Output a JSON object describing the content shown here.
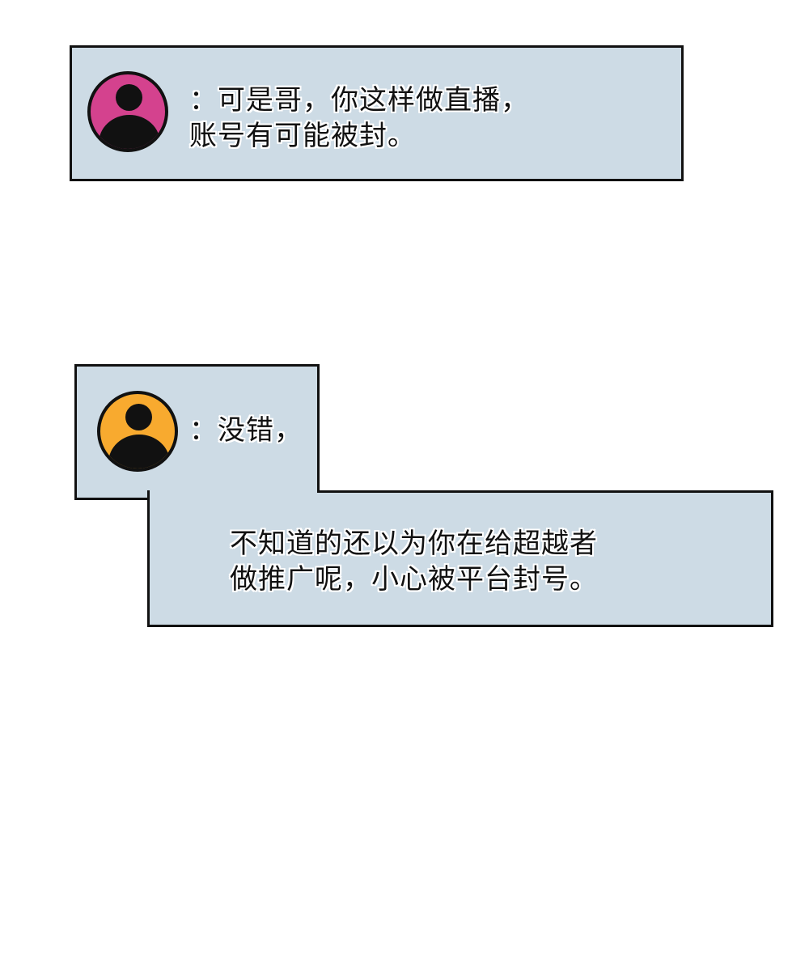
{
  "colors": {
    "bubble_bg": "#cddbe5",
    "outline": "#111111",
    "avatar_pink": "#d4428e",
    "avatar_orange": "#f8aa2f"
  },
  "messages": [
    {
      "avatar_icon": "user-avatar-icon",
      "avatar_color": "#d4428e",
      "line1": "：可是哥，你这样做直播，",
      "line2": "账号有可能被封。"
    },
    {
      "avatar_icon": "user-avatar-icon",
      "avatar_color": "#f8aa2f",
      "line1": "：没错，",
      "line2": "不知道的还以为你在给超越者",
      "line3": "做推广呢，小心被平台封号。"
    }
  ]
}
